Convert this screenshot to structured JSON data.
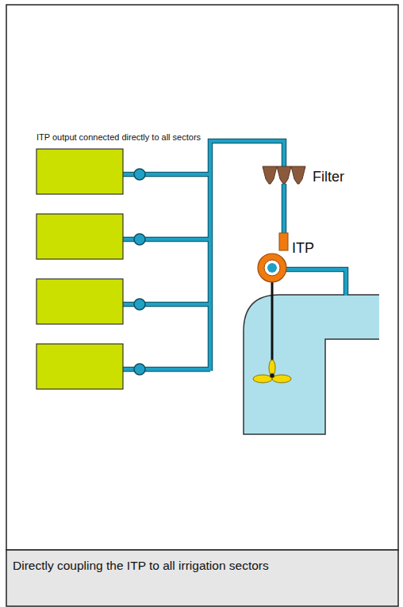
{
  "diagram": {
    "caption": "Directly coupling the ITP to all irrigation sectors",
    "labels": [
      "ITP output connected directly to all sectors",
      "Filter",
      "ITP"
    ]
  }
}
